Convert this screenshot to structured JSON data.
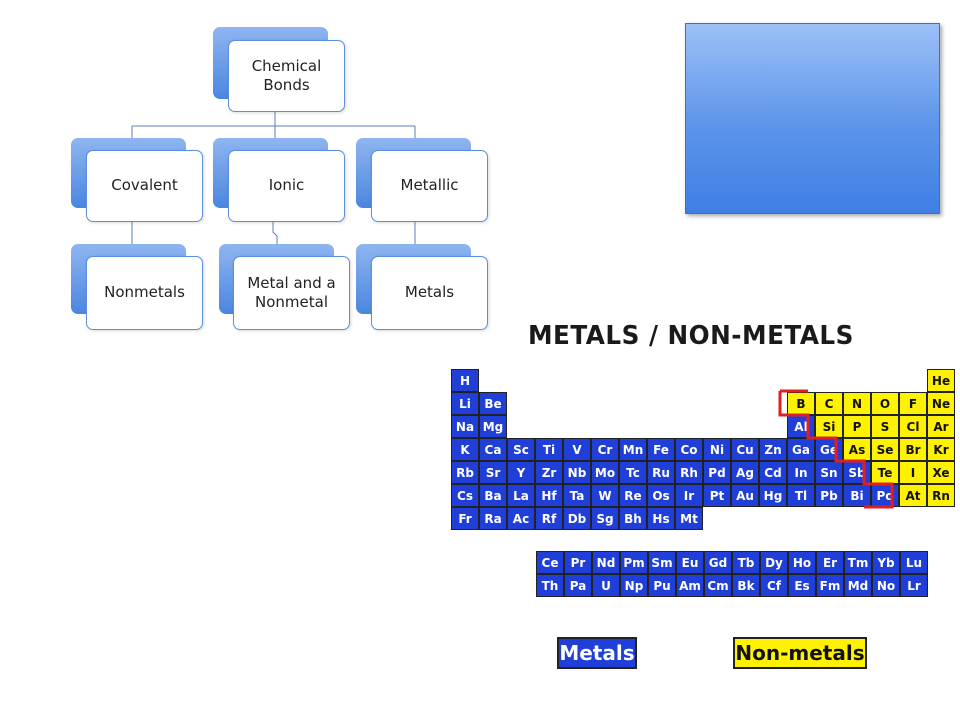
{
  "diagram": {
    "root": "Chemical Bonds",
    "types": [
      "Covalent",
      "Ionic",
      "Metallic"
    ],
    "bonds_between": [
      "Nonmetals",
      "Metal and a Nonmetal",
      "Metals"
    ]
  },
  "periodic_table": {
    "title": "METALS / NON-METALS",
    "rows": [
      [
        [
          "H",
          "nonmetal-blue"
        ],
        [
          "He",
          "nonmetal"
        ]
      ],
      [
        [
          "Li",
          "metal"
        ],
        [
          "Be",
          "metal"
        ],
        [
          "B",
          "nonmetal"
        ],
        [
          "C",
          "nonmetal"
        ],
        [
          "N",
          "nonmetal"
        ],
        [
          "O",
          "nonmetal"
        ],
        [
          "F",
          "nonmetal"
        ],
        [
          "Ne",
          "nonmetal"
        ]
      ],
      [
        [
          "Na",
          "metal"
        ],
        [
          "Mg",
          "metal"
        ],
        [
          "Al",
          "metal"
        ],
        [
          "Si",
          "nonmetal"
        ],
        [
          "P",
          "nonmetal"
        ],
        [
          "S",
          "nonmetal"
        ],
        [
          "Cl",
          "nonmetal"
        ],
        [
          "Ar",
          "nonmetal"
        ]
      ],
      [
        [
          "K",
          "metal"
        ],
        [
          "Ca",
          "metal"
        ],
        [
          "Sc",
          "metal"
        ],
        [
          "Ti",
          "metal"
        ],
        [
          "V",
          "metal"
        ],
        [
          "Cr",
          "metal"
        ],
        [
          "Mn",
          "metal"
        ],
        [
          "Fe",
          "metal"
        ],
        [
          "Co",
          "metal"
        ],
        [
          "Ni",
          "metal"
        ],
        [
          "Cu",
          "metal"
        ],
        [
          "Zn",
          "metal"
        ],
        [
          "Ga",
          "metal"
        ],
        [
          "Ge",
          "metal"
        ],
        [
          "As",
          "nonmetal"
        ],
        [
          "Se",
          "nonmetal"
        ],
        [
          "Br",
          "nonmetal"
        ],
        [
          "Kr",
          "nonmetal"
        ]
      ],
      [
        [
          "Rb",
          "metal"
        ],
        [
          "Sr",
          "metal"
        ],
        [
          "Y",
          "metal"
        ],
        [
          "Zr",
          "metal"
        ],
        [
          "Nb",
          "metal"
        ],
        [
          "Mo",
          "metal"
        ],
        [
          "Tc",
          "metal"
        ],
        [
          "Ru",
          "metal"
        ],
        [
          "Rh",
          "metal"
        ],
        [
          "Pd",
          "metal"
        ],
        [
          "Ag",
          "metal"
        ],
        [
          "Cd",
          "metal"
        ],
        [
          "In",
          "metal"
        ],
        [
          "Sn",
          "metal"
        ],
        [
          "Sb",
          "metal"
        ],
        [
          "Te",
          "nonmetal"
        ],
        [
          "I",
          "nonmetal"
        ],
        [
          "Xe",
          "nonmetal"
        ]
      ],
      [
        [
          "Cs",
          "metal"
        ],
        [
          "Ba",
          "metal"
        ],
        [
          "La",
          "metal"
        ],
        [
          "Hf",
          "metal"
        ],
        [
          "Ta",
          "metal"
        ],
        [
          "W",
          "metal"
        ],
        [
          "Re",
          "metal"
        ],
        [
          "Os",
          "metal"
        ],
        [
          "Ir",
          "metal"
        ],
        [
          "Pt",
          "metal"
        ],
        [
          "Au",
          "metal"
        ],
        [
          "Hg",
          "metal"
        ],
        [
          "Tl",
          "metal"
        ],
        [
          "Pb",
          "metal"
        ],
        [
          "Bi",
          "metal"
        ],
        [
          "Po",
          "metal"
        ],
        [
          "At",
          "nonmetal"
        ],
        [
          "Rn",
          "nonmetal"
        ]
      ],
      [
        [
          "Fr",
          "metal"
        ],
        [
          "Ra",
          "metal"
        ],
        [
          "Ac",
          "metal"
        ],
        [
          "Rf",
          "metal"
        ],
        [
          "Db",
          "metal"
        ],
        [
          "Sg",
          "metal"
        ],
        [
          "Bh",
          "metal"
        ],
        [
          "Hs",
          "metal"
        ],
        [
          "Mt",
          "metal"
        ]
      ]
    ],
    "lanthanides": [
      "Ce",
      "Pr",
      "Nd",
      "Pm",
      "Sm",
      "Eu",
      "Gd",
      "Tb",
      "Dy",
      "Ho",
      "Er",
      "Tm",
      "Yb",
      "Lu"
    ],
    "actinides": [
      "Th",
      "Pa",
      "U",
      "Np",
      "Pu",
      "Am",
      "Cm",
      "Bk",
      "Cf",
      "Es",
      "Fm",
      "Md",
      "No",
      "Lr"
    ],
    "legend": {
      "metals": "Metals",
      "nonmetals": "Non-metals"
    },
    "colors": {
      "metal": "#1f3fd8",
      "nonmetal": "#fff200",
      "staircase": "#e02020"
    }
  }
}
